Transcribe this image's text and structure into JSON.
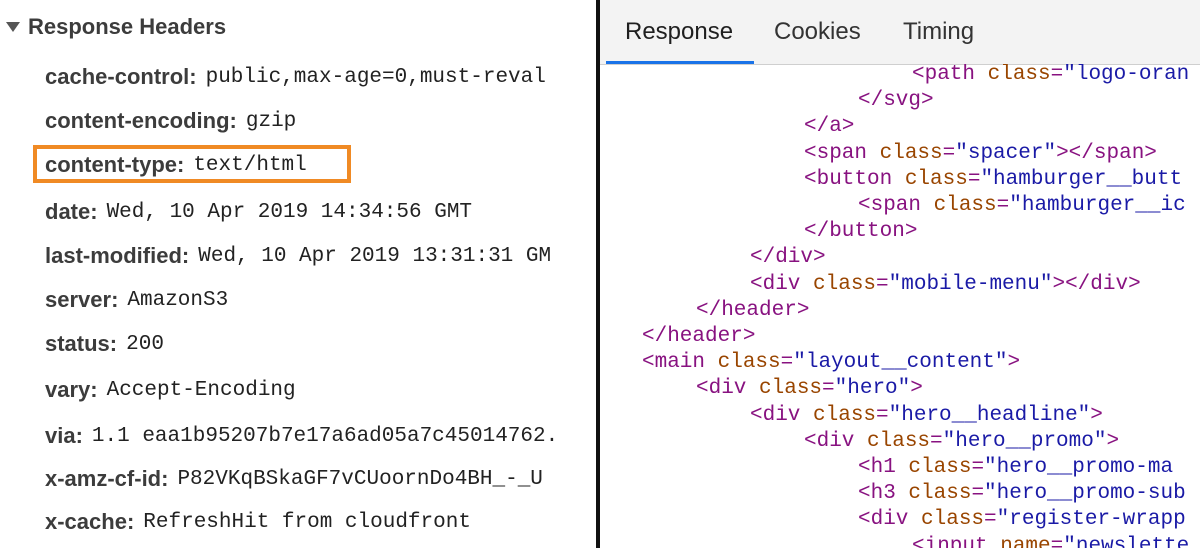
{
  "headers_panel": {
    "title": "Response Headers",
    "headers": [
      {
        "name": "cache-control:",
        "value": "public,max-age=0,must-reval"
      },
      {
        "name": "content-encoding:",
        "value": "gzip"
      },
      {
        "name": "content-type:",
        "value": "text/html"
      },
      {
        "name": "date:",
        "value": "Wed, 10 Apr 2019 14:34:56 GMT"
      },
      {
        "name": "last-modified:",
        "value": "Wed, 10 Apr 2019 13:31:31 GM"
      },
      {
        "name": "server:",
        "value": "AmazonS3"
      },
      {
        "name": "status:",
        "value": "200"
      },
      {
        "name": "vary:",
        "value": "Accept-Encoding"
      },
      {
        "name": "via:",
        "value": "1.1 eaa1b95207b7e17a6ad05a7c45014762."
      },
      {
        "name": "x-amz-cf-id:",
        "value": "P82VKqBSkaGF7vCUoornDo4BH_-_U"
      },
      {
        "name": "x-cache:",
        "value": "RefreshHit from cloudfront"
      }
    ],
    "highlight_color": "#f08a24"
  },
  "tabs": [
    {
      "label": "Response",
      "active": true
    },
    {
      "label": "Cookies",
      "active": false
    },
    {
      "label": "Timing",
      "active": false
    }
  ],
  "colors": {
    "tag": "#881280",
    "attr": "#994500",
    "value": "#1a1aa6",
    "tab_underline": "#1a73e8"
  },
  "code_lines": [
    [
      {
        "t": "tag",
        "s": "<path "
      },
      {
        "t": "attr",
        "s": "class"
      },
      {
        "t": "tag",
        "s": "="
      },
      {
        "t": "val",
        "s": "\"logo-oran"
      }
    ],
    [
      {
        "t": "tag",
        "s": "</svg>"
      }
    ],
    [
      {
        "t": "tag",
        "s": "</a>"
      }
    ],
    [
      {
        "t": "tag",
        "s": "<span "
      },
      {
        "t": "attr",
        "s": "class"
      },
      {
        "t": "tag",
        "s": "="
      },
      {
        "t": "val",
        "s": "\"spacer\""
      },
      {
        "t": "tag",
        "s": "></span>"
      }
    ],
    [
      {
        "t": "tag",
        "s": "<button "
      },
      {
        "t": "attr",
        "s": "class"
      },
      {
        "t": "tag",
        "s": "="
      },
      {
        "t": "val",
        "s": "\"hamburger__butt"
      }
    ],
    [
      {
        "t": "tag",
        "s": "<span "
      },
      {
        "t": "attr",
        "s": "class"
      },
      {
        "t": "tag",
        "s": "="
      },
      {
        "t": "val",
        "s": "\"hamburger__ic"
      }
    ],
    [
      {
        "t": "tag",
        "s": "</button>"
      }
    ],
    [
      {
        "t": "tag",
        "s": "</div>"
      }
    ],
    [
      {
        "t": "tag",
        "s": "<div "
      },
      {
        "t": "attr",
        "s": "class"
      },
      {
        "t": "tag",
        "s": "="
      },
      {
        "t": "val",
        "s": "\"mobile-menu\""
      },
      {
        "t": "tag",
        "s": "></div>"
      }
    ],
    [
      {
        "t": "tag",
        "s": "</header>"
      }
    ],
    [
      {
        "t": "tag",
        "s": "</header>"
      }
    ],
    [
      {
        "t": "tag",
        "s": "<main "
      },
      {
        "t": "attr",
        "s": "class"
      },
      {
        "t": "tag",
        "s": "="
      },
      {
        "t": "val",
        "s": "\"layout__content\""
      },
      {
        "t": "tag",
        "s": ">"
      }
    ],
    [
      {
        "t": "tag",
        "s": "<div "
      },
      {
        "t": "attr",
        "s": "class"
      },
      {
        "t": "tag",
        "s": "="
      },
      {
        "t": "val",
        "s": "\"hero\""
      },
      {
        "t": "tag",
        "s": ">"
      }
    ],
    [
      {
        "t": "tag",
        "s": "<div "
      },
      {
        "t": "attr",
        "s": "class"
      },
      {
        "t": "tag",
        "s": "="
      },
      {
        "t": "val",
        "s": "\"hero__headline\""
      },
      {
        "t": "tag",
        "s": ">"
      }
    ],
    [
      {
        "t": "tag",
        "s": "<div "
      },
      {
        "t": "attr",
        "s": "class"
      },
      {
        "t": "tag",
        "s": "="
      },
      {
        "t": "val",
        "s": "\"hero__promo\""
      },
      {
        "t": "tag",
        "s": ">"
      }
    ],
    [
      {
        "t": "tag",
        "s": "<h1 "
      },
      {
        "t": "attr",
        "s": "class"
      },
      {
        "t": "tag",
        "s": "="
      },
      {
        "t": "val",
        "s": "\"hero__promo-ma"
      }
    ],
    [
      {
        "t": "tag",
        "s": "<h3 "
      },
      {
        "t": "attr",
        "s": "class"
      },
      {
        "t": "tag",
        "s": "="
      },
      {
        "t": "val",
        "s": "\"hero__promo-sub"
      }
    ],
    [
      {
        "t": "tag",
        "s": "<div "
      },
      {
        "t": "attr",
        "s": "class"
      },
      {
        "t": "tag",
        "s": "="
      },
      {
        "t": "val",
        "s": "\"register-wrapp"
      }
    ],
    [
      {
        "t": "tag",
        "s": "<input "
      },
      {
        "t": "attr",
        "s": "name"
      },
      {
        "t": "tag",
        "s": "="
      },
      {
        "t": "val",
        "s": "\"newslette"
      }
    ]
  ]
}
